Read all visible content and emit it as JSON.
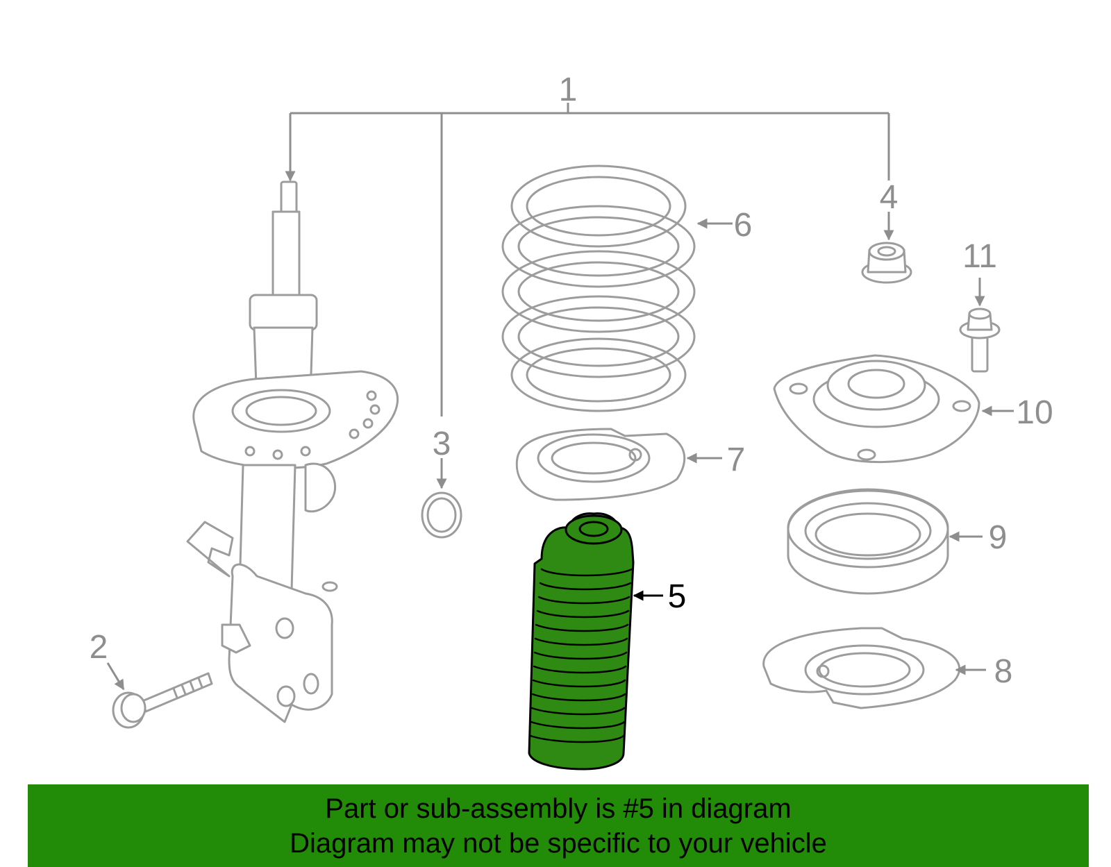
{
  "colors": {
    "banner_background": "#228b08",
    "highlight_part": "#2f8a14",
    "callout_inactive": "#8e8e8e",
    "callout_active": "#000000"
  },
  "callouts": [
    "1",
    "2",
    "3",
    "4",
    "5",
    "6",
    "7",
    "8",
    "9",
    "10",
    "11"
  ],
  "highlighted_callout": "5",
  "banner": {
    "line1": "Part or sub-assembly is #5 in diagram",
    "line2": "Diagram may not be specific to your vehicle"
  }
}
